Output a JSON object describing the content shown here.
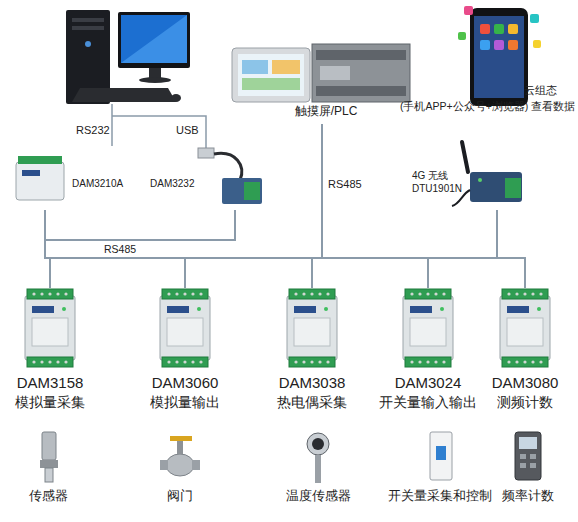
{
  "diagram": {
    "nodes": [
      {
        "text": [
          "触摸屏/PLC"
        ]
      },
      {
        "text": [
          "云组态",
          "(手机APP+公众号+浏览器) 查看数据"
        ]
      },
      {
        "text": [
          "DAM3210A"
        ]
      },
      {
        "text": [
          "DAM3232"
        ]
      },
      {
        "text": [
          "4G 无线 DTU1901N"
        ]
      },
      {
        "text": [
          "DAM3158",
          "模拟量采集"
        ]
      },
      {
        "text": [
          "DAM3060",
          "模拟量输出"
        ]
      },
      {
        "text": [
          "DAM3038",
          "热电偶采集"
        ]
      },
      {
        "text": [
          "DAM3024",
          "开关量输入输出"
        ]
      },
      {
        "text": [
          "DAM3080",
          "测频计数"
        ]
      },
      {
        "text": [
          "传感器"
        ]
      },
      {
        "text": [
          "阀门"
        ]
      },
      {
        "text": [
          "温度传感器"
        ]
      },
      {
        "text": [
          "开关量采集和控制"
        ]
      },
      {
        "text": [
          "频率计数"
        ]
      }
    ],
    "edges": [
      {
        "from": 0,
        "to": 5,
        "arrow": "none"
      },
      {
        "from": 0,
        "to": 6,
        "arrow": "none"
      },
      {
        "from": 0,
        "to": 7,
        "arrow": "none"
      },
      {
        "from": 0,
        "to": 8,
        "arrow": "none"
      },
      {
        "from": 0,
        "to": 9,
        "arrow": "none"
      },
      {
        "from": 2,
        "to": 5,
        "arrow": "none"
      },
      {
        "from": 2,
        "to": 6,
        "arrow": "none"
      },
      {
        "from": 2,
        "to": 7,
        "arrow": "none"
      },
      {
        "from": 2,
        "to": 8,
        "arrow": "none"
      },
      {
        "from": 2,
        "to": 9,
        "arrow": "none"
      },
      {
        "from": 3,
        "to": 5,
        "arrow": "none"
      },
      {
        "from": 3,
        "to": 6,
        "arrow": "none"
      },
      {
        "from": 3,
        "to": 7,
        "arrow": "none"
      },
      {
        "from": 3,
        "to": 8,
        "arrow": "none"
      },
      {
        "from": 3,
        "to": 9,
        "arrow": "none"
      },
      {
        "from": 4,
        "to": 5,
        "arrow": "none"
      },
      {
        "from": 4,
        "to": 6,
        "arrow": "none"
      },
      {
        "from": 4,
        "to": 7,
        "arrow": "none"
      },
      {
        "from": 4,
        "to": 8,
        "arrow": "none"
      },
      {
        "from": 4,
        "to": 9,
        "arrow": "none"
      }
    ],
    "labels": [
      "RS232",
      "USB",
      "RS485",
      "RS485"
    ]
  }
}
